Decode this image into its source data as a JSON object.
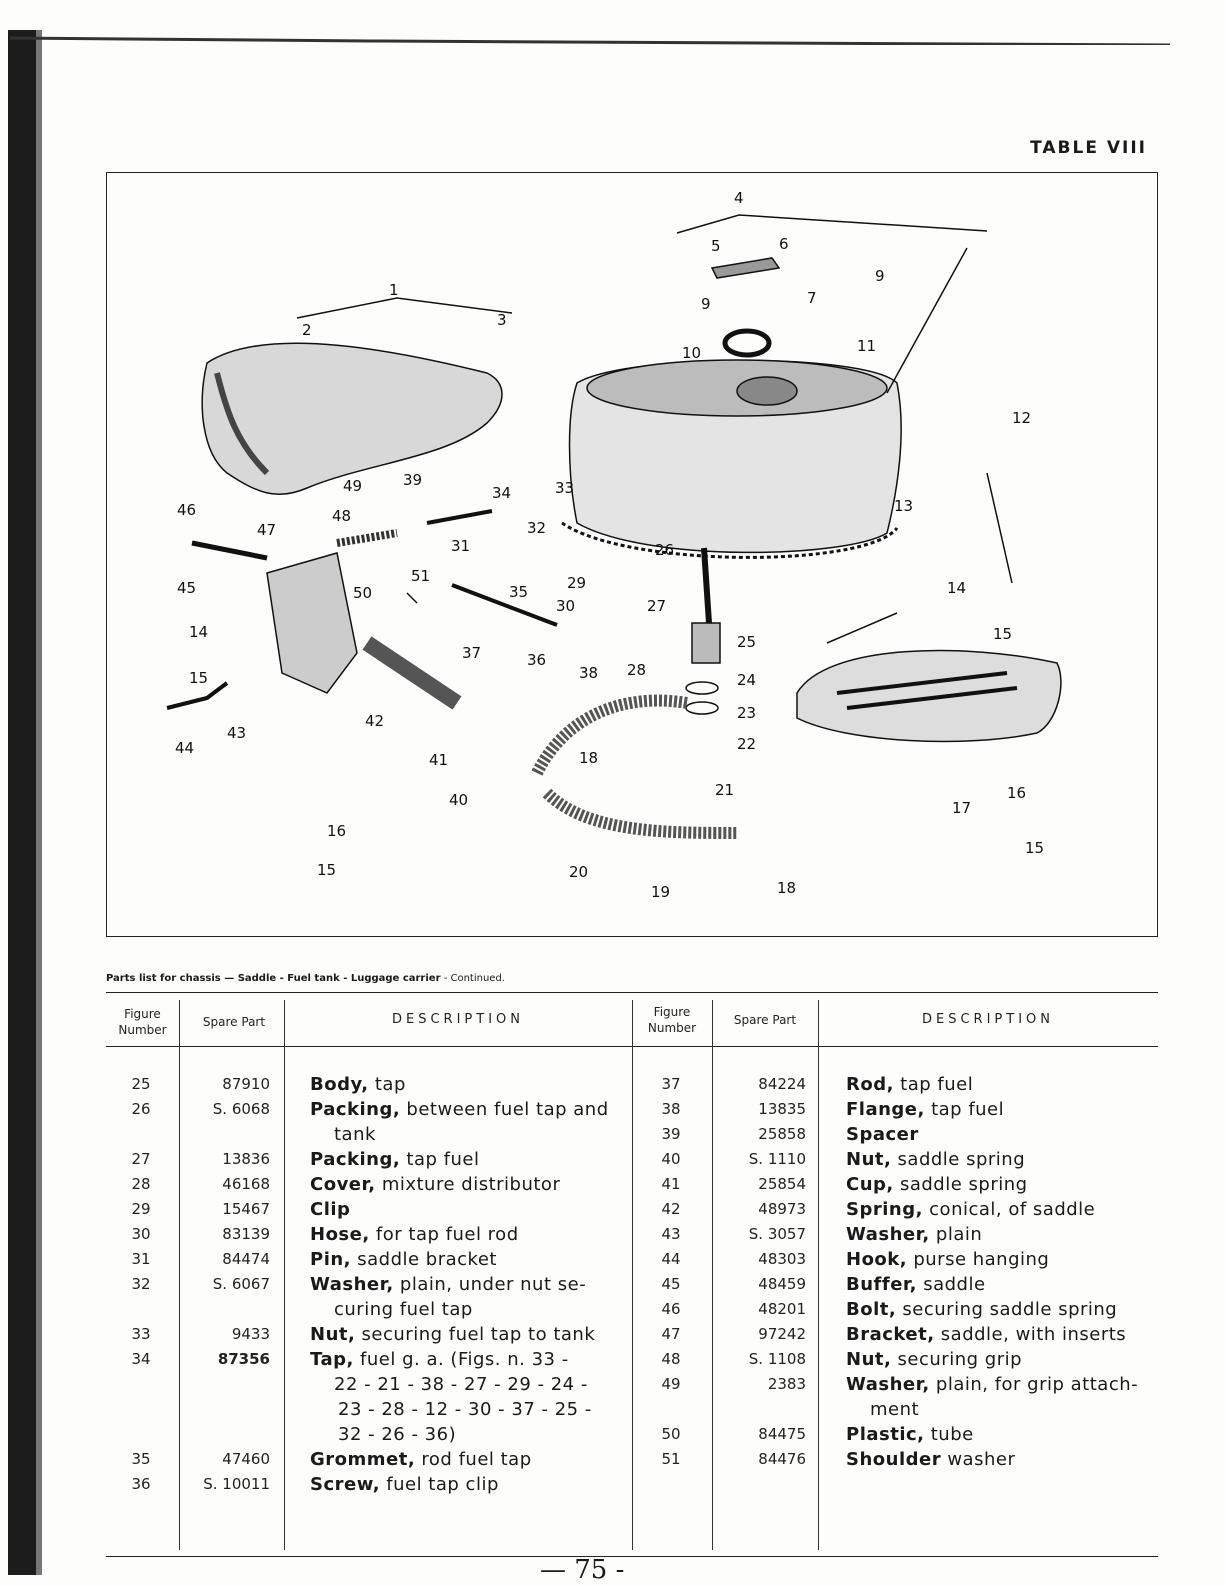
{
  "page": {
    "table_title": "TABLE VIII",
    "caption_bold": "Parts list for chassis — Saddle - Fuel tank - Luggage carrier",
    "caption_rest": " - Continued.",
    "page_number": "— 75 -"
  },
  "figure_labels": [
    "1",
    "2",
    "3",
    "4",
    "5",
    "6",
    "7",
    "9",
    "9",
    "10",
    "11",
    "12",
    "13",
    "14",
    "14",
    "15",
    "15",
    "15",
    "15",
    "16",
    "16",
    "17",
    "18",
    "18",
    "19",
    "20",
    "21",
    "22",
    "23",
    "24",
    "25",
    "26",
    "27",
    "28",
    "29",
    "30",
    "31",
    "32",
    "33",
    "34",
    "35",
    "36",
    "37",
    "38",
    "39",
    "40",
    "41",
    "42",
    "43",
    "44",
    "45",
    "46",
    "47",
    "48",
    "49",
    "50",
    "51"
  ],
  "table": {
    "headers": {
      "figure_number": "Figure Number",
      "figure_line1": "Figure",
      "figure_line2": "Number",
      "spare_part": "Spare Part",
      "description": "DESCRIPTION"
    },
    "left": [
      {
        "fig": "25",
        "part": "87910",
        "bold": "Body,",
        "rest": " tap",
        "cont": ""
      },
      {
        "fig": "26",
        "part": "S. 6068",
        "bold": "Packing,",
        "rest": " between fuel tap and",
        "cont": "tank"
      },
      {
        "fig": "27",
        "part": "13836",
        "bold": "Packing,",
        "rest": " tap fuel",
        "cont": ""
      },
      {
        "fig": "28",
        "part": "46168",
        "bold": "Cover,",
        "rest": " mixture distributor",
        "cont": ""
      },
      {
        "fig": "29",
        "part": "15467",
        "bold": "Clip",
        "rest": "",
        "cont": ""
      },
      {
        "fig": "30",
        "part": "83139",
        "bold": "Hose,",
        "rest": " for tap fuel rod",
        "cont": ""
      },
      {
        "fig": "31",
        "part": "84474",
        "bold": "Pin,",
        "rest": " saddle bracket",
        "cont": ""
      },
      {
        "fig": "32",
        "part": "S. 6067",
        "bold": "Washer,",
        "rest": " plain, under nut se-",
        "cont": "curing fuel tap"
      },
      {
        "fig": "33",
        "part": "9433",
        "bold": "Nut,",
        "rest": " securing fuel tap to tank",
        "cont": ""
      },
      {
        "fig": "34",
        "part": "87356",
        "bold": "Tap,",
        "rest": " fuel g. a. (Figs. n. 33 -",
        "cont": "22 - 21 - 38 - 27 - 29 - 24 -",
        "cont2": "23 - 28 - 12 - 30 - 37 - 25 -",
        "cont3": "32 - 26 - 36)"
      },
      {
        "fig": "35",
        "part": "47460",
        "bold": "Grommet,",
        "rest": " rod fuel tap",
        "cont": ""
      },
      {
        "fig": "36",
        "part": "S. 10011",
        "bold": "Screw,",
        "rest": " fuel tap clip",
        "cont": ""
      }
    ],
    "right": [
      {
        "fig": "37",
        "part": "84224",
        "bold": "Rod,",
        "rest": " tap fuel",
        "cont": ""
      },
      {
        "fig": "38",
        "part": "13835",
        "bold": "Flange,",
        "rest": " tap fuel",
        "cont": ""
      },
      {
        "fig": "39",
        "part": "25858",
        "bold": "Spacer",
        "rest": "",
        "cont": ""
      },
      {
        "fig": "40",
        "part": "S. 1110",
        "bold": "Nut,",
        "rest": " saddle spring",
        "cont": ""
      },
      {
        "fig": "41",
        "part": "25854",
        "bold": "Cup,",
        "rest": " saddle spring",
        "cont": ""
      },
      {
        "fig": "42",
        "part": "48973",
        "bold": "Spring,",
        "rest": " conical, of saddle",
        "cont": ""
      },
      {
        "fig": "43",
        "part": "S. 3057",
        "bold": "Washer,",
        "rest": " plain",
        "cont": ""
      },
      {
        "fig": "44",
        "part": "48303",
        "bold": "Hook,",
        "rest": " purse hanging",
        "cont": ""
      },
      {
        "fig": "45",
        "part": "48459",
        "bold": "Buffer,",
        "rest": " saddle",
        "cont": ""
      },
      {
        "fig": "46",
        "part": "48201",
        "bold": "Bolt,",
        "rest": " securing saddle spring",
        "cont": ""
      },
      {
        "fig": "47",
        "part": "97242",
        "bold": "Bracket,",
        "rest": " saddle, with inserts",
        "cont": ""
      },
      {
        "fig": "48",
        "part": "S. 1108",
        "bold": "Nut,",
        "rest": " securing grip",
        "cont": ""
      },
      {
        "fig": "49",
        "part": "2383",
        "bold": "Washer,",
        "rest": " plain, for grip attach-",
        "cont": "ment"
      },
      {
        "fig": "50",
        "part": "84475",
        "bold": "Plastic,",
        "rest": " tube",
        "cont": ""
      },
      {
        "fig": "51",
        "part": "84476",
        "bold": "Shoulder",
        "rest": " washer",
        "cont": ""
      }
    ]
  }
}
